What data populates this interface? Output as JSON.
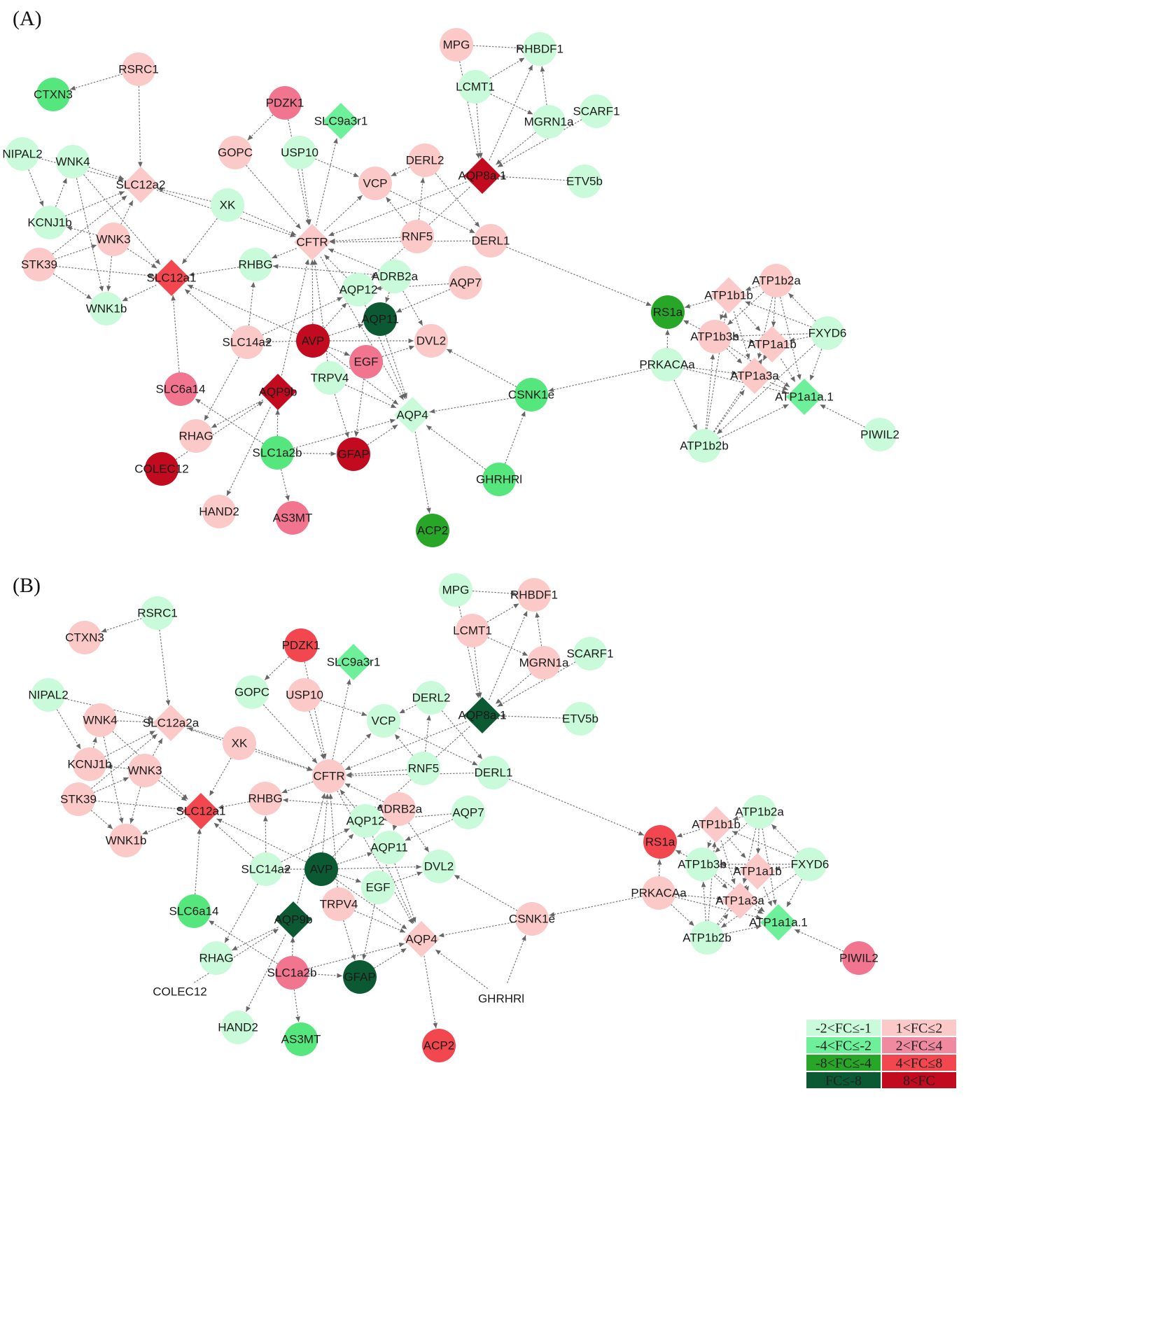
{
  "panels": [
    {
      "label": "(A)",
      "nodes": [
        {
          "id": "RSRC1",
          "shape": "circle",
          "color": "#fcc9c9"
        },
        {
          "id": "CTXN3",
          "shape": "circle",
          "color": "#55e67e"
        },
        {
          "id": "PDZK1",
          "shape": "circle",
          "color": "#f27590"
        },
        {
          "id": "SLC9a3r1",
          "shape": "diamond",
          "color": "#6ef09a"
        },
        {
          "id": "MPG",
          "shape": "circle",
          "color": "#fcc9c9"
        },
        {
          "id": "RHBDF1",
          "shape": "circle",
          "color": "#c9fad9"
        },
        {
          "id": "LCMT1",
          "shape": "circle",
          "color": "#c9fad9"
        },
        {
          "id": "MGRN1a",
          "shape": "circle",
          "color": "#c9fad9"
        },
        {
          "id": "SCARF1",
          "shape": "circle",
          "color": "#c9fad9"
        },
        {
          "id": "NIPAL2",
          "shape": "circle",
          "color": "#c9fad9"
        },
        {
          "id": "WNK4",
          "shape": "circle",
          "color": "#c9fad9"
        },
        {
          "id": "SLC12a2",
          "shape": "diamond",
          "color": "#fcc9c9"
        },
        {
          "id": "GOPC",
          "shape": "circle",
          "color": "#fcc9c9"
        },
        {
          "id": "USP10",
          "shape": "circle",
          "color": "#c9fad9"
        },
        {
          "id": "DERL2",
          "shape": "circle",
          "color": "#fcc9c9"
        },
        {
          "id": "VCP",
          "shape": "circle",
          "color": "#fcc9c9"
        },
        {
          "id": "AQP8a.1",
          "shape": "diamond",
          "color": "#c20b1e"
        },
        {
          "id": "ETV5b",
          "shape": "circle",
          "color": "#c9fad9"
        },
        {
          "id": "XK",
          "shape": "circle",
          "color": "#c9fad9"
        },
        {
          "id": "KCNJ1b",
          "shape": "circle",
          "color": "#c9fad9"
        },
        {
          "id": "WNK3",
          "shape": "circle",
          "color": "#fcc9c9"
        },
        {
          "id": "CFTR",
          "shape": "diamond",
          "color": "#fcc9c9"
        },
        {
          "id": "RNF5",
          "shape": "circle",
          "color": "#fcc9c9"
        },
        {
          "id": "DERL1",
          "shape": "circle",
          "color": "#fcc9c9"
        },
        {
          "id": "STK39",
          "shape": "circle",
          "color": "#fcc9c9"
        },
        {
          "id": "SLC12a1",
          "shape": "diamond",
          "color": "#f2474f"
        },
        {
          "id": "RHBG",
          "shape": "circle",
          "color": "#c9fad9"
        },
        {
          "id": "ADRB2a",
          "shape": "circle",
          "color": "#c9fad9"
        },
        {
          "id": "AQP7",
          "shape": "circle",
          "color": "#fcc9c9"
        },
        {
          "id": "AQP12",
          "shape": "circle",
          "color": "#c9fad9"
        },
        {
          "id": "WNK1b",
          "shape": "circle",
          "color": "#c9fad9"
        },
        {
          "id": "AQP11",
          "shape": "circle",
          "color": "#0b5a33"
        },
        {
          "id": "SLC14a2",
          "shape": "circle",
          "color": "#fcc9c9"
        },
        {
          "id": "AVP",
          "shape": "circle",
          "color": "#c20b1e"
        },
        {
          "id": "DVL2",
          "shape": "circle",
          "color": "#fcc9c9"
        },
        {
          "id": "EGF",
          "shape": "circle",
          "color": "#f27590"
        },
        {
          "id": "TRPV4",
          "shape": "circle",
          "color": "#c9fad9"
        },
        {
          "id": "SLC6a14",
          "shape": "circle",
          "color": "#f27590"
        },
        {
          "id": "AQP9b",
          "shape": "diamond",
          "color": "#c20b1e"
        },
        {
          "id": "AQP4",
          "shape": "diamond",
          "color": "#c9fad9"
        },
        {
          "id": "CSNK1e",
          "shape": "circle",
          "color": "#55e67e"
        },
        {
          "id": "RHAG",
          "shape": "circle",
          "color": "#fcc9c9"
        },
        {
          "id": "SLC1a2b",
          "shape": "circle",
          "color": "#55e67e"
        },
        {
          "id": "GFAP",
          "shape": "circle",
          "color": "#c20b1e"
        },
        {
          "id": "COLEC12",
          "shape": "circle",
          "color": "#c20b1e"
        },
        {
          "id": "GHRHRl",
          "shape": "circle",
          "color": "#55e67e"
        },
        {
          "id": "HAND2",
          "shape": "circle",
          "color": "#fcc9c9"
        },
        {
          "id": "AS3MT",
          "shape": "circle",
          "color": "#f27590"
        },
        {
          "id": "ACP2",
          "shape": "circle",
          "color": "#28a628"
        },
        {
          "id": "RS1a",
          "shape": "circle",
          "color": "#28a628"
        },
        {
          "id": "ATP1b1b",
          "shape": "diamond",
          "color": "#fcc9c9"
        },
        {
          "id": "ATP1b2a",
          "shape": "circle",
          "color": "#fcc9c9"
        },
        {
          "id": "ATP1b3b",
          "shape": "circle",
          "color": "#fcc9c9"
        },
        {
          "id": "ATP1a1b",
          "shape": "diamond",
          "color": "#fcc9c9"
        },
        {
          "id": "FXYD6",
          "shape": "circle",
          "color": "#c9fad9"
        },
        {
          "id": "PRKACAa",
          "shape": "circle",
          "color": "#c9fad9"
        },
        {
          "id": "ATP1a3a",
          "shape": "diamond",
          "color": "#fcc9c9"
        },
        {
          "id": "ATP1a1a.1",
          "shape": "diamond",
          "color": "#6ef09a"
        },
        {
          "id": "ATP1b2b",
          "shape": "circle",
          "color": "#c9fad9"
        },
        {
          "id": "PIWIL2",
          "shape": "circle",
          "color": "#c9fad9"
        }
      ]
    },
    {
      "label": "(B)",
      "nodes": [
        {
          "id": "RSRC1",
          "shape": "circle",
          "color": "#c9fad9"
        },
        {
          "id": "CTXN3",
          "shape": "circle",
          "color": "#fcc9c9"
        },
        {
          "id": "PDZK1",
          "shape": "circle",
          "color": "#f2474f"
        },
        {
          "id": "SLC9a3r1",
          "shape": "diamond",
          "color": "#6ef09a"
        },
        {
          "id": "MPG",
          "shape": "circle",
          "color": "#c9fad9"
        },
        {
          "id": "RHBDF1",
          "shape": "circle",
          "color": "#fcc9c9"
        },
        {
          "id": "LCMT1",
          "shape": "circle",
          "color": "#fcc9c9"
        },
        {
          "id": "MGRN1a",
          "shape": "circle",
          "color": "#fcc9c9"
        },
        {
          "id": "SCARF1",
          "shape": "circle",
          "color": "#c9fad9"
        },
        {
          "id": "NIPAL2",
          "shape": "circle",
          "color": "#c9fad9"
        },
        {
          "id": "WNK4",
          "shape": "circle",
          "color": "#fcc9c9"
        },
        {
          "id": "SLC12a2a",
          "shape": "diamond",
          "color": "#fcc9c9"
        },
        {
          "id": "GOPC",
          "shape": "circle",
          "color": "#c9fad9"
        },
        {
          "id": "USP10",
          "shape": "circle",
          "color": "#fcc9c9"
        },
        {
          "id": "DERL2",
          "shape": "circle",
          "color": "#c9fad9"
        },
        {
          "id": "VCP",
          "shape": "circle",
          "color": "#c9fad9"
        },
        {
          "id": "AQP8a.1",
          "shape": "diamond",
          "color": "#0b5a33"
        },
        {
          "id": "ETV5b",
          "shape": "circle",
          "color": "#c9fad9"
        },
        {
          "id": "XK",
          "shape": "circle",
          "color": "#fcc9c9"
        },
        {
          "id": "KCNJ1b",
          "shape": "circle",
          "color": "#fcc9c9"
        },
        {
          "id": "WNK3",
          "shape": "circle",
          "color": "#fcc9c9"
        },
        {
          "id": "CFTR",
          "shape": "circle",
          "color": "#fcc9c9"
        },
        {
          "id": "RNF5",
          "shape": "circle",
          "color": "#c9fad9"
        },
        {
          "id": "DERL1",
          "shape": "circle",
          "color": "#c9fad9"
        },
        {
          "id": "STK39",
          "shape": "circle",
          "color": "#fcc9c9"
        },
        {
          "id": "SLC12a1",
          "shape": "diamond",
          "color": "#f2474f"
        },
        {
          "id": "RHBG",
          "shape": "circle",
          "color": "#fcc9c9"
        },
        {
          "id": "ADRB2a",
          "shape": "circle",
          "color": "#fcc9c9"
        },
        {
          "id": "AQP7",
          "shape": "circle",
          "color": "#c9fad9"
        },
        {
          "id": "AQP12",
          "shape": "circle",
          "color": "#c9fad9"
        },
        {
          "id": "WNK1b",
          "shape": "circle",
          "color": "#fcc9c9"
        },
        {
          "id": "AQP11",
          "shape": "circle",
          "color": "#c9fad9"
        },
        {
          "id": "SLC14a2",
          "shape": "circle",
          "color": "#c9fad9"
        },
        {
          "id": "AVP",
          "shape": "circle",
          "color": "#0b5a33"
        },
        {
          "id": "DVL2",
          "shape": "circle",
          "color": "#c9fad9"
        },
        {
          "id": "EGF",
          "shape": "circle",
          "color": "#c9fad9"
        },
        {
          "id": "TRPV4",
          "shape": "circle",
          "color": "#fcc9c9"
        },
        {
          "id": "SLC6a14",
          "shape": "circle",
          "color": "#55e67e"
        },
        {
          "id": "AQP9b",
          "shape": "diamond",
          "color": "#0b5a33"
        },
        {
          "id": "AQP4",
          "shape": "diamond",
          "color": "#fcc9c9"
        },
        {
          "id": "CSNK1e",
          "shape": "circle",
          "color": "#fcc9c9"
        },
        {
          "id": "RHAG",
          "shape": "circle",
          "color": "#c9fad9"
        },
        {
          "id": "SLC1a2b",
          "shape": "circle",
          "color": "#f27590"
        },
        {
          "id": "GFAP",
          "shape": "circle",
          "color": "#0b5a33"
        },
        {
          "id": "COLEC12",
          "shape": "circle",
          "color": "#ffffff"
        },
        {
          "id": "GHRHRl",
          "shape": "circle",
          "color": "#ffffff"
        },
        {
          "id": "HAND2",
          "shape": "circle",
          "color": "#c9fad9"
        },
        {
          "id": "AS3MT",
          "shape": "circle",
          "color": "#55e67e"
        },
        {
          "id": "ACP2",
          "shape": "circle",
          "color": "#f2474f"
        },
        {
          "id": "RS1a",
          "shape": "circle",
          "color": "#f2474f"
        },
        {
          "id": "ATP1b1b",
          "shape": "diamond",
          "color": "#fcc9c9"
        },
        {
          "id": "ATP1b2a",
          "shape": "circle",
          "color": "#c9fad9"
        },
        {
          "id": "ATP1b3b",
          "shape": "circle",
          "color": "#c9fad9"
        },
        {
          "id": "ATP1a1b",
          "shape": "diamond",
          "color": "#fcc9c9"
        },
        {
          "id": "FXYD6",
          "shape": "circle",
          "color": "#c9fad9"
        },
        {
          "id": "PRKACAa",
          "shape": "circle",
          "color": "#fcc9c9"
        },
        {
          "id": "ATP1a3a",
          "shape": "diamond",
          "color": "#fcc9c9"
        },
        {
          "id": "ATP1a1a.1",
          "shape": "diamond",
          "color": "#6ef09a"
        },
        {
          "id": "ATP1b2b",
          "shape": "circle",
          "color": "#c9fad9"
        },
        {
          "id": "PIWIL2",
          "shape": "circle",
          "color": "#f27590"
        }
      ]
    }
  ],
  "legend": [
    {
      "label": "-2<FC≤-1",
      "color": "#c9fad9",
      "text_color": "#222222"
    },
    {
      "label": "1<FC≤2",
      "color": "#fcc9c9",
      "text_color": "#222222"
    },
    {
      "label": "-4<FC≤-2",
      "color": "#6ef09a",
      "text_color": "#222222"
    },
    {
      "label": "2<FC≤4",
      "color": "#f08aa0",
      "text_color": "#222222"
    },
    {
      "label": "-8<FC≤-4",
      "color": "#28a628",
      "text_color": "#222222"
    },
    {
      "label": "4<FC≤8",
      "color": "#f2474f",
      "text_color": "#222222"
    },
    {
      "label": "FC≤-8",
      "color": "#0b5a33",
      "text_color": "#222222"
    },
    {
      "label": "8<FC",
      "color": "#c20b1e",
      "text_color": "#222222"
    }
  ]
}
